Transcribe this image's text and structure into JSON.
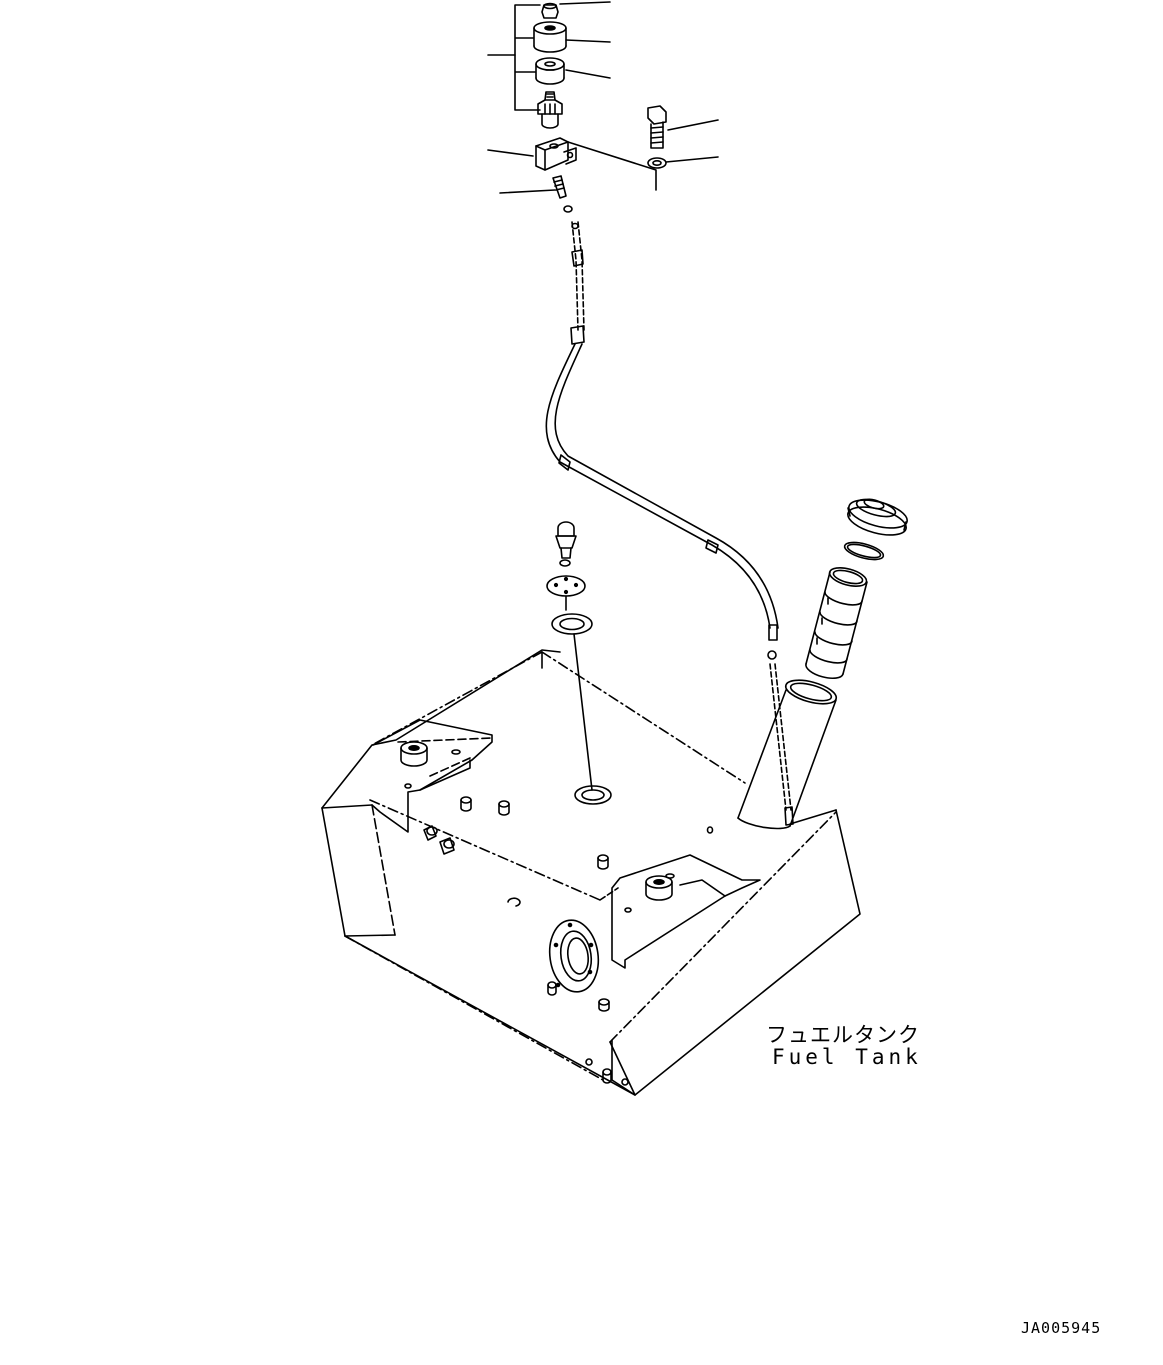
{
  "diagram": {
    "assembly_label_jp": "フュエルタンク",
    "assembly_label_en": "Fuel Tank",
    "drawing_number": "JA005945",
    "line_color": "#000000",
    "background_color": "#ffffff",
    "parts": [
      {
        "id": "cap-nut-icon"
      },
      {
        "id": "cylindrical-cushion-icon"
      },
      {
        "id": "slotted-collar-icon"
      },
      {
        "id": "sensor-fitting-icon"
      },
      {
        "id": "bracket-block-icon"
      },
      {
        "id": "hex-bolt-icon"
      },
      {
        "id": "washer-icon"
      },
      {
        "id": "threaded-elbow-icon"
      },
      {
        "id": "fuel-hose-icon"
      },
      {
        "id": "fuel-level-gauge-icon"
      },
      {
        "id": "gauge-gasket-icon"
      },
      {
        "id": "filler-cap-icon"
      },
      {
        "id": "filler-o-ring-icon"
      },
      {
        "id": "filler-strainer-icon"
      },
      {
        "id": "fuel-tank-body-icon"
      }
    ]
  }
}
